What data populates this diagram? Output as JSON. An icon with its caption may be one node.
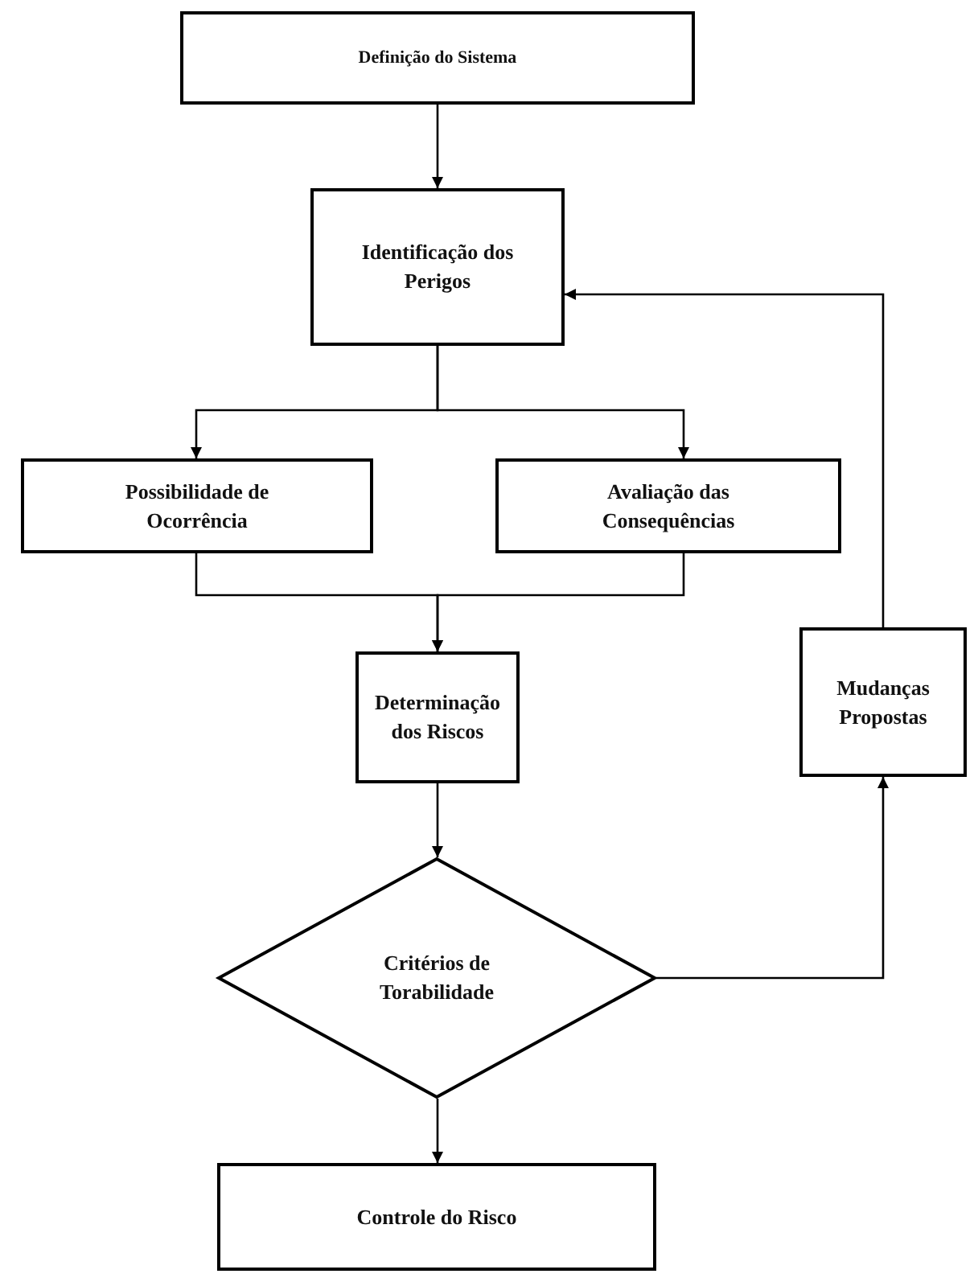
{
  "diagram": {
    "nodes": [
      {
        "text": [
          "Definição do Sistema"
        ]
      },
      {
        "text": [
          "Identificação dos Perigos"
        ]
      },
      {
        "text": [
          "Possibilidade de Ocorrência"
        ]
      },
      {
        "text": [
          "Avaliação das Consequências"
        ]
      },
      {
        "text": [
          "Determinação dos Riscos"
        ]
      },
      {
        "text": [
          "Mudanças Propostas"
        ]
      },
      {
        "text": [
          "Critérios de Torabilidade"
        ]
      },
      {
        "text": [
          "Controle do Risco"
        ]
      }
    ],
    "edges": [
      {
        "from": 0,
        "to": 1,
        "arrow": "to"
      },
      {
        "from": 1,
        "to": 2,
        "arrow": "to"
      },
      {
        "from": 1,
        "to": 3,
        "arrow": "to"
      },
      {
        "from": 2,
        "to": 4,
        "arrow": "to"
      },
      {
        "from": 3,
        "to": 4,
        "arrow": "to"
      },
      {
        "from": 4,
        "to": 6,
        "arrow": "to"
      },
      {
        "from": 6,
        "to": 5,
        "arrow": "to"
      },
      {
        "from": 5,
        "to": 1,
        "arrow": "to"
      },
      {
        "from": 6,
        "to": 7,
        "arrow": "to"
      }
    ]
  }
}
